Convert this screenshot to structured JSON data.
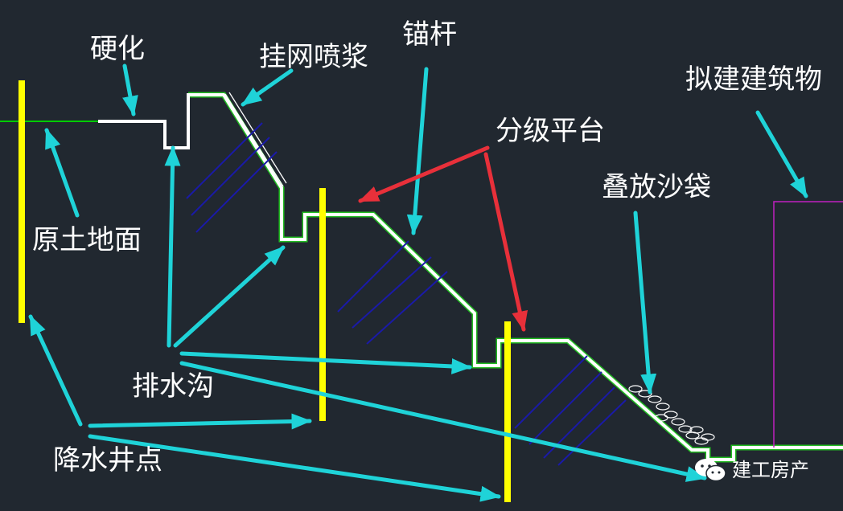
{
  "labels": {
    "hardening": "硬化",
    "mesh_shotcrete": "挂网喷浆",
    "anchor_rod": "锚杆",
    "proposed_building": "拟建建筑物",
    "graded_platform": "分级平台",
    "stacked_sandbags": "叠放沙袋",
    "original_ground": "原土地面",
    "drainage_ditch": "排水沟",
    "dewatering_well_points": "降水井点"
  },
  "watermark": {
    "text": "建工房产",
    "icon": "wechat-icon"
  },
  "colors": {
    "background": "#212830",
    "slope_outline": "#ffffff",
    "slope_edge_glow": "#22bb22",
    "ground_line": "#00cc00",
    "anchor_lines": "#1a1aa8",
    "dewatering_wells": "#ffff00",
    "pointer_arrows": "#1fd3d8",
    "platform_arrows": "#e8303a",
    "building_outline": "#c020c0",
    "label_text": "#ffffff"
  }
}
